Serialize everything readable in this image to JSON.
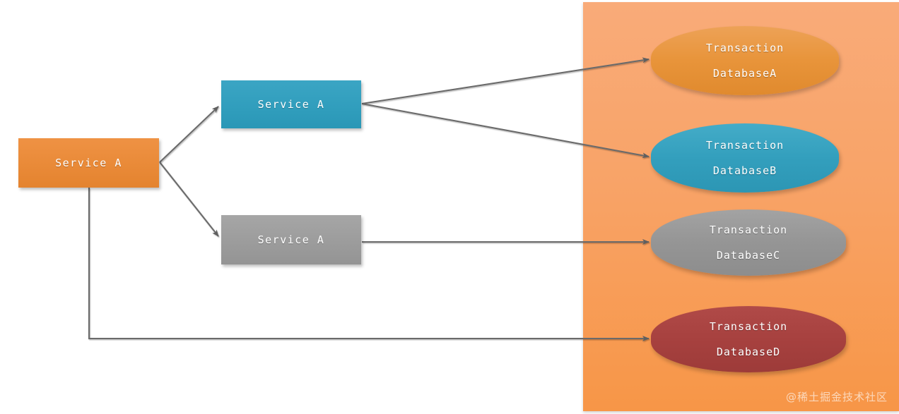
{
  "diagram": {
    "title": "distributed-transaction-architecture",
    "watermark": "@稀土掘金技术社区",
    "colors": {
      "panel_top": "#f9ab79",
      "panel_bottom": "#f79647",
      "orange": "#e8943a",
      "blue": "#319ebd",
      "gray": "#959595",
      "red": "#a7413f",
      "connector": "#6b6b6b",
      "text": "#ffffff"
    },
    "nodes": [
      {
        "id": "service-root",
        "label": "Service A",
        "shape": "rectangle",
        "color": "#e8943a"
      },
      {
        "id": "service-blue",
        "label": "Service A",
        "shape": "rectangle",
        "color": "#319ebd"
      },
      {
        "id": "service-gray",
        "label": "Service A",
        "shape": "rectangle",
        "color": "#959595"
      }
    ],
    "databases": [
      {
        "id": "db-a",
        "line1": "Transaction",
        "line2": "DatabaseA",
        "shape": "cylinder",
        "color": "#e8943a"
      },
      {
        "id": "db-b",
        "line1": "Transaction",
        "line2": "DatabaseB",
        "shape": "cylinder",
        "color": "#319ebd"
      },
      {
        "id": "db-c",
        "line1": "Transaction",
        "line2": "DatabaseC",
        "shape": "cylinder",
        "color": "#959595"
      },
      {
        "id": "db-d",
        "line1": "Transaction",
        "line2": "DatabaseD",
        "shape": "cylinder",
        "color": "#a7413f"
      }
    ],
    "edges": [
      {
        "from": "service-root",
        "to": "service-blue",
        "arrow": true
      },
      {
        "from": "service-root",
        "to": "service-gray",
        "arrow": true
      },
      {
        "from": "service-root",
        "to": "db-d",
        "arrow": true
      },
      {
        "from": "service-blue",
        "to": "db-a",
        "arrow": true
      },
      {
        "from": "service-blue",
        "to": "db-b",
        "arrow": true
      },
      {
        "from": "service-gray",
        "to": "db-c",
        "arrow": true
      }
    ]
  }
}
